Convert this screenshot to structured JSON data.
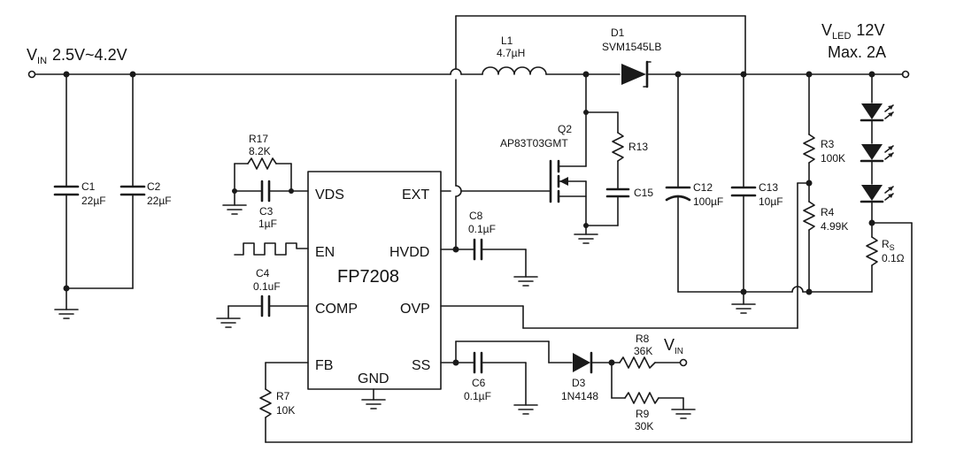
{
  "rails": {
    "vin_symbol": "V",
    "vin_sub": "IN",
    "vin_range": "2.5V~4.2V",
    "vled_symbol": "V",
    "vled_sub": "LED",
    "vled_value": "12V",
    "vled_max": "Max. 2A"
  },
  "ic": {
    "name": "FP7208",
    "pins": {
      "vds": "VDS",
      "en": "EN",
      "comp": "COMP",
      "fb": "FB",
      "ext": "EXT",
      "hvdd": "HVDD",
      "ovp": "OVP",
      "ss": "SS",
      "gnd": "GND"
    }
  },
  "components": {
    "c1": {
      "ref": "C1",
      "value": "22µF"
    },
    "c2": {
      "ref": "C2",
      "value": "22µF"
    },
    "l1": {
      "ref": "L1",
      "value": "4.7µH"
    },
    "d1": {
      "ref": "D1",
      "value": "SVM1545LB"
    },
    "q2": {
      "ref": "Q2",
      "value": "AP83T03GMT"
    },
    "r13": {
      "ref": "R13"
    },
    "c15": {
      "ref": "C15"
    },
    "c12": {
      "ref": "C12",
      "value": "100µF"
    },
    "c13": {
      "ref": "C13",
      "value": "10µF"
    },
    "r3": {
      "ref": "R3",
      "value": "100K"
    },
    "r4": {
      "ref": "R4",
      "value": "4.99K"
    },
    "rs": {
      "ref": "R",
      "sub": "S",
      "value": "0.1Ω"
    },
    "r17": {
      "ref": "R17",
      "value": "8.2K"
    },
    "c3": {
      "ref": "C3",
      "value": "1µF"
    },
    "c4": {
      "ref": "C4",
      "value": "0.1uF"
    },
    "c8": {
      "ref": "C8",
      "value": "0.1µF"
    },
    "c6": {
      "ref": "C6",
      "value": "0.1µF"
    },
    "d3": {
      "ref": "D3",
      "value": "1N4148"
    },
    "r8": {
      "ref": "R8",
      "value": "36K"
    },
    "r9": {
      "ref": "R9",
      "value": "30K"
    },
    "r7": {
      "ref": "R7",
      "value": "10K"
    }
  },
  "ss_vin": {
    "symbol": "V",
    "sub": "IN"
  }
}
